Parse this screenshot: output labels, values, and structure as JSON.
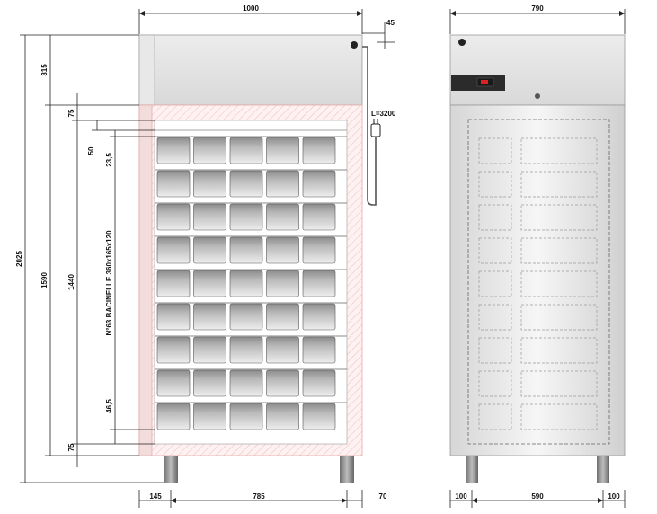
{
  "side_view": {
    "width_label": "1000",
    "offset_label": "45",
    "cable_label": "L=3200",
    "total_height_label": "2025",
    "top_height_label": "315",
    "cabinet_height_label": "1590",
    "inner_height_label": "1440",
    "top_gap_label": "75",
    "bottom_gap_label": "75",
    "shelf_gap_label": "50",
    "first_pitch_label": "23,5",
    "last_pitch_label": "46,5",
    "tray_note": "N°63 BACINELLE 360x165x120",
    "bottom_left_label": "145",
    "bottom_mid_label": "785",
    "bottom_right_label": "70",
    "tray_rows": 9,
    "tray_cols": 5
  },
  "front_view": {
    "width_label": "790",
    "bottom_left_label": "100",
    "bottom_mid_label": "590",
    "bottom_right_label": "100",
    "outline_rows": 9
  },
  "colors": {
    "steel_light": "#f2f2f2",
    "steel_dark": "#c9c9c9",
    "hatch": "#f0b8b8",
    "tray_top": "#9a9a9a",
    "tray_bottom": "#e6e6e6",
    "display": "#d22"
  }
}
